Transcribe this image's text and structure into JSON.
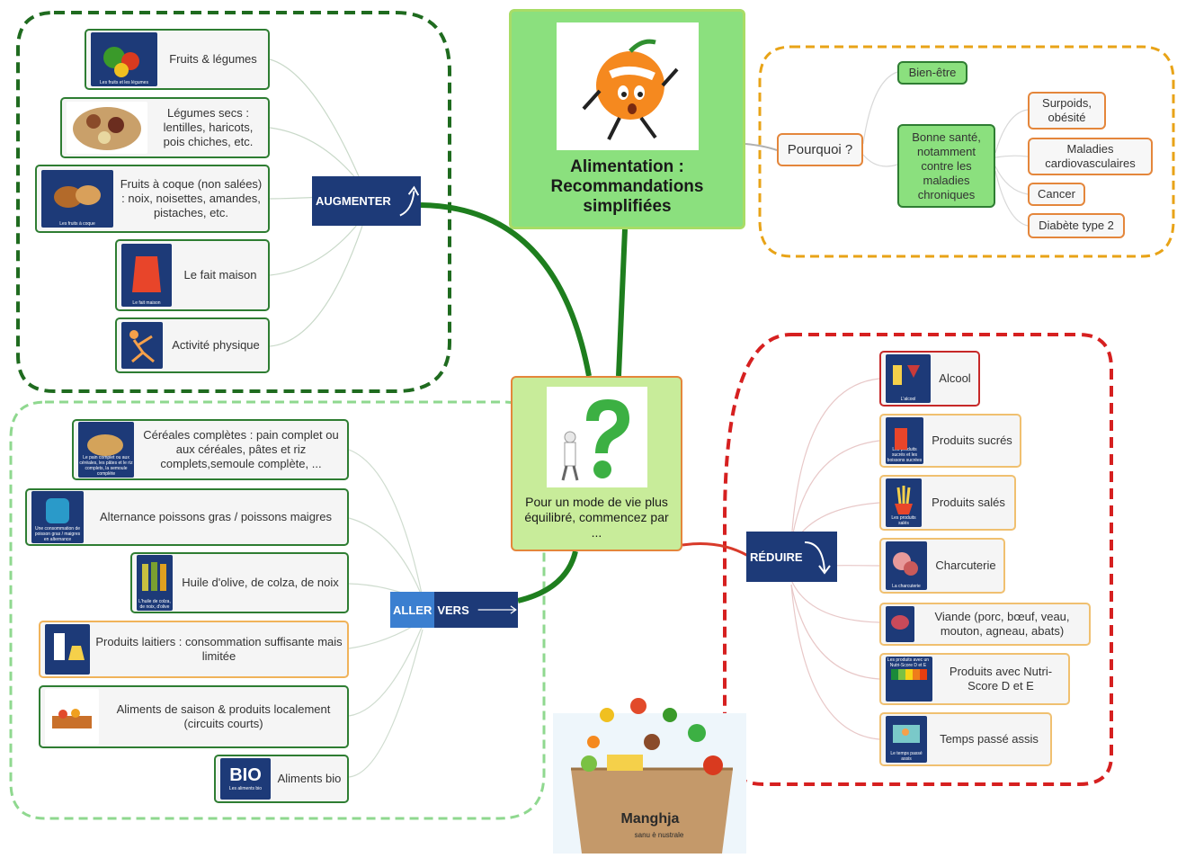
{
  "title": "Alimentation : Recommandations simplifiées",
  "center": "Pour un mode de vie plus équilibré, commencez par ...",
  "pourquoi": {
    "label": "Pourquoi ?",
    "bien_etre": "Bien-être",
    "bonne_sante": "Bonne santé, notamment contre les maladies chroniques",
    "items": [
      "Surpoids, obésité",
      "Maladies cardiovasculaires",
      "Cancer",
      "Diabète type 2"
    ]
  },
  "augmenter": {
    "label": "AUGMENTER",
    "items": [
      {
        "text": "Fruits & légumes",
        "caption": "Les fruits et les légumes"
      },
      {
        "text": "Légumes secs : lentilles, haricots, pois chiches, etc.",
        "caption": ""
      },
      {
        "text": "Fruits à coque (non salées) : noix, noisettes, amandes, pistaches, etc.",
        "caption": "Les fruits à coque"
      },
      {
        "text": "Le fait maison",
        "caption": "Le fait maison"
      },
      {
        "text": "Activité physique",
        "caption": ""
      }
    ]
  },
  "aller_vers": {
    "label_a": "ALLER",
    "label_b": "VERS",
    "items": [
      {
        "text": "Céréales complètes : pain complet ou aux céréales, pâtes et riz complets,semoule complète, ...",
        "caption": "Le pain complet ou aux céréales, les pâtes et le riz complets, la semoule complète"
      },
      {
        "text": "Alternance poissons gras / poissons maigres",
        "caption": "Une consommation de poisson gras / maigres en alternance"
      },
      {
        "text": "Huile d'olive, de colza, de noix",
        "caption": "L'huile de colza, de noix, d'olive"
      },
      {
        "text": "Produits laitiers : consommation suffisante mais limitée",
        "caption": ""
      },
      {
        "text": "Aliments de saison & produits localement (circuits courts)",
        "caption": ""
      },
      {
        "text": "Aliments bio",
        "caption": "Les aliments bio",
        "badge": "BIO"
      }
    ]
  },
  "reduire": {
    "label": "RÉDUIRE",
    "items": [
      {
        "text": "Alcool",
        "caption": "L'alcool"
      },
      {
        "text": "Produits sucrés",
        "caption": "Les produits sucrés et les boissons sucrées"
      },
      {
        "text": "Produits salés",
        "caption": "Les produits salés"
      },
      {
        "text": "Charcuterie",
        "caption": "La charcuterie"
      },
      {
        "text": "Viande (porc, bœuf, veau, mouton, agneau, abats)",
        "caption": ""
      },
      {
        "text": "Produits avec Nutri-Score D et E",
        "caption": "Les produits avec un Nutri-Score D et E"
      },
      {
        "text": "Temps passé assis",
        "caption": "Le temps passé assis"
      }
    ]
  },
  "bag_brand": "Manghja",
  "bag_tagline": "sanu è nustrale"
}
